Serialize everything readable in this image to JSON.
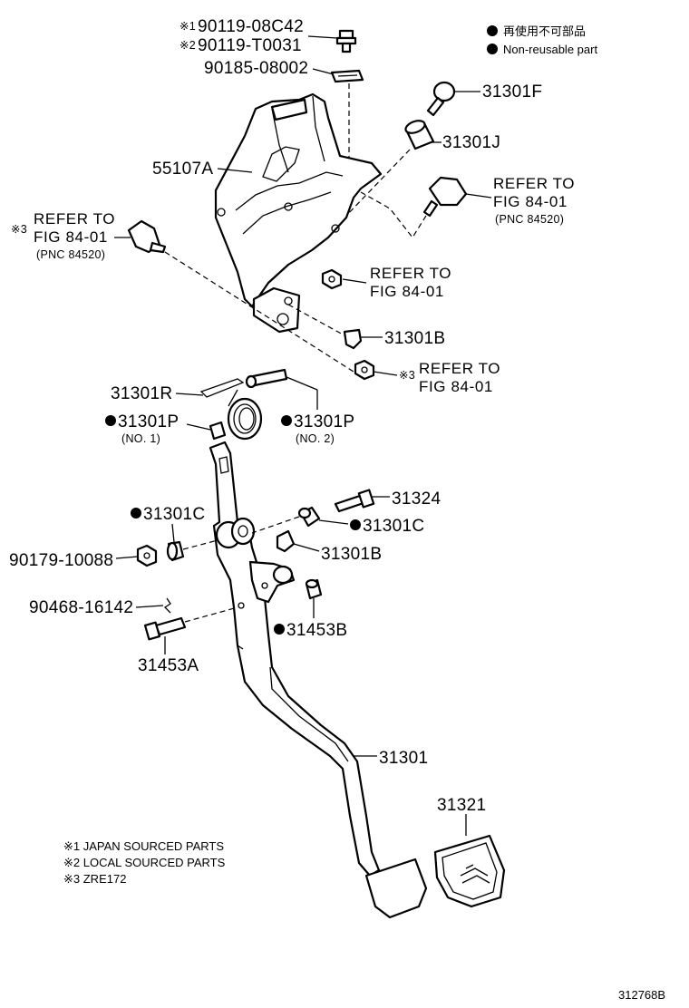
{
  "legend": {
    "nonreusable_ja": "再使用不可部品",
    "nonreusable_en": "Non-reusable part"
  },
  "parts": {
    "p90119_08C42": "90119-08C42",
    "p90119_T0031": "90119-T0031",
    "note1_mark": "※1",
    "note2_mark": "※2",
    "note3_mark": "※3",
    "p90185_08002": "90185-08002",
    "p31301F": "31301F",
    "p31301J": "31301J",
    "p55107A": "55107A",
    "p31301B": "31301B",
    "p31301R": "31301R",
    "p31301P": "31301P",
    "no1": "(NO. 1)",
    "no2": "(NO. 2)",
    "p31324": "31324",
    "p31301C": "31301C",
    "p90179_10088": "90179-10088",
    "p90468_16142": "90468-16142",
    "p31453B": "31453B",
    "p31453A": "31453A",
    "p31301": "31301",
    "p31321": "31321"
  },
  "refs": {
    "refer_to": "REFER TO",
    "fig": "FIG 84-01",
    "pnc": "(PNC 84520)"
  },
  "notes": [
    "※1 JAPAN SOURCED PARTS",
    "※2 LOCAL SOURCED PARTS",
    "※3 ZRE172"
  ],
  "diagram_id": "312768B"
}
